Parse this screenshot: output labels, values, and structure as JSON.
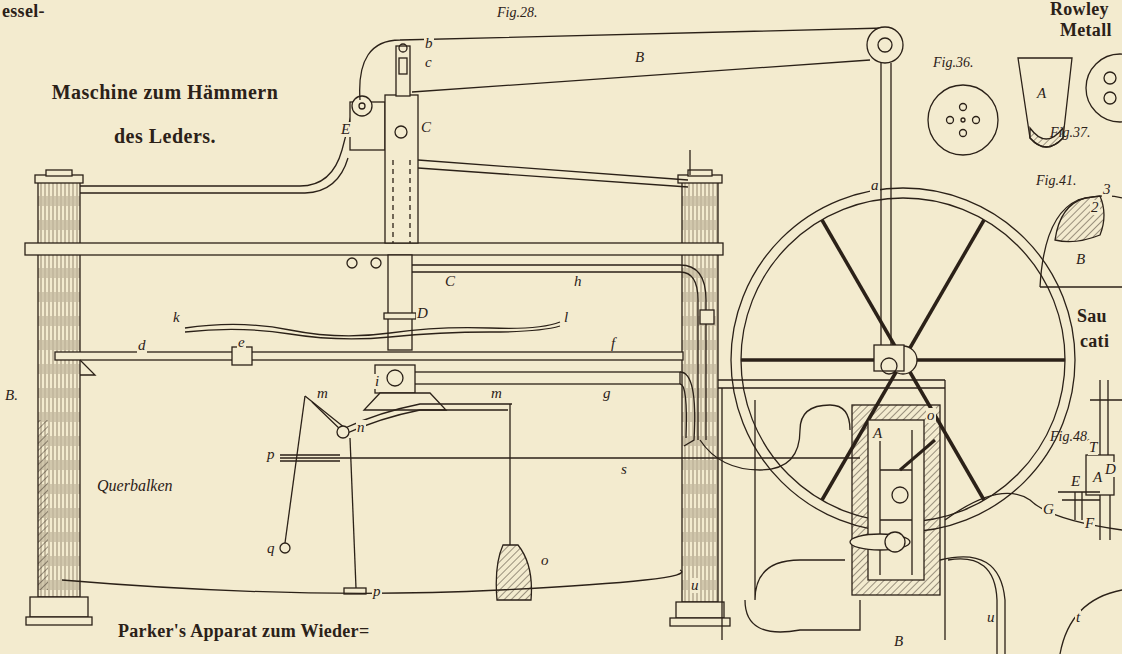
{
  "diagram": {
    "title": "Maschine zum Hämmern des Leders.",
    "labels": [
      "essel-",
      "Fig.28.",
      "B",
      "b",
      "c",
      "E",
      "C",
      "a",
      "C",
      "h",
      "k",
      "l",
      "D",
      "d",
      "e",
      "f",
      "i",
      "g",
      "m",
      "m",
      "n",
      "p",
      "s",
      "Querbalken",
      "q",
      "p",
      "o",
      "B.",
      "A",
      "o",
      "u",
      "u",
      "t",
      "B",
      "Fig.36.",
      "Rowley",
      "Metall",
      "A",
      "Fig.37.",
      "Fig.41.",
      "3",
      "2",
      "B",
      "Sau",
      "cati",
      "Fig.48.",
      "T",
      "D",
      "E",
      "A",
      "G",
      "F",
      "Parker's Apparat zum Wieder="
    ]
  }
}
